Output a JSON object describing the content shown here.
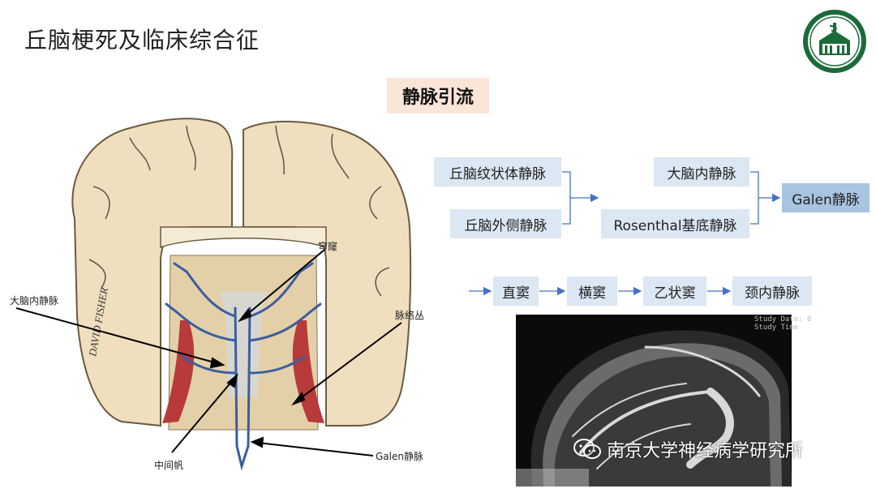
{
  "slide": {
    "title": "丘脑梗死及临床综合征",
    "section_label": "静脉引流"
  },
  "flow": {
    "row1": {
      "source_a": "丘脑纹状体静脉",
      "source_b": "丘脑外侧静脉",
      "mid_a": "大脑内静脉",
      "mid_b": "Rosenthal基底静脉",
      "target": "Galen静脉"
    },
    "row2": [
      "直窦",
      "横窦",
      "乙状窦",
      "颈内静脉"
    ]
  },
  "illustration": {
    "labels": {
      "fornix": "穹窿",
      "internal_cerebral_vein": "大脑内静脉",
      "choroid_plexus": "脉络丛",
      "velum_interpositum": "中间帆",
      "galen_vein": "Galen静脉",
      "signature": "DAVID FISHER"
    }
  },
  "ct_image": {
    "overlay_lines": [
      "Study Date: 0",
      "Study Time"
    ]
  },
  "watermark": {
    "text": "南京大学神经病学研究所",
    "icon": "wechat-icon"
  },
  "logo": {
    "icon": "hospital-seal-logo"
  },
  "colors": {
    "flow_box": "#dbe7f3",
    "flow_box_target": "#a9c4e0",
    "arrow": "#4472c4",
    "section_label_bg": "#fae5d8",
    "vein": "#3b5e9e",
    "plexus": "#b83a3a"
  }
}
